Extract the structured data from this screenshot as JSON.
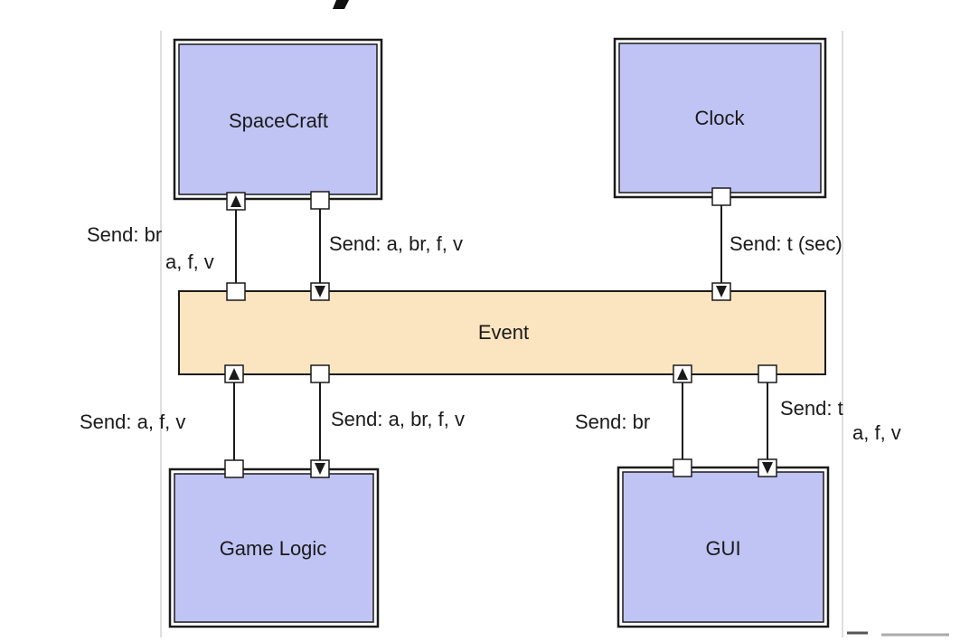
{
  "diagram": {
    "components": {
      "spacecraft": "SpaceCraft",
      "clock": "Clock",
      "event": "Event",
      "game_logic": "Game Logic",
      "gui": "GUI"
    },
    "links": {
      "spacecraft_out_line1": "Send: br",
      "spacecraft_out_line2": "a, f, v",
      "spacecraft_in": "Send: a, br, f, v",
      "clock_out": "Send: t (sec)",
      "gamelogic_out": "Send: a, f, v",
      "gamelogic_in": "Send: a, br, f, v",
      "gui_out": "Send: br",
      "gui_in_line1": "Send: t",
      "gui_in_line2": "a, f, v"
    },
    "colors": {
      "component_fill": "#c0c4f4",
      "event_fill": "#fbe5c0",
      "stroke": "#1a1a1a",
      "port_fill": "#ffffff"
    }
  }
}
